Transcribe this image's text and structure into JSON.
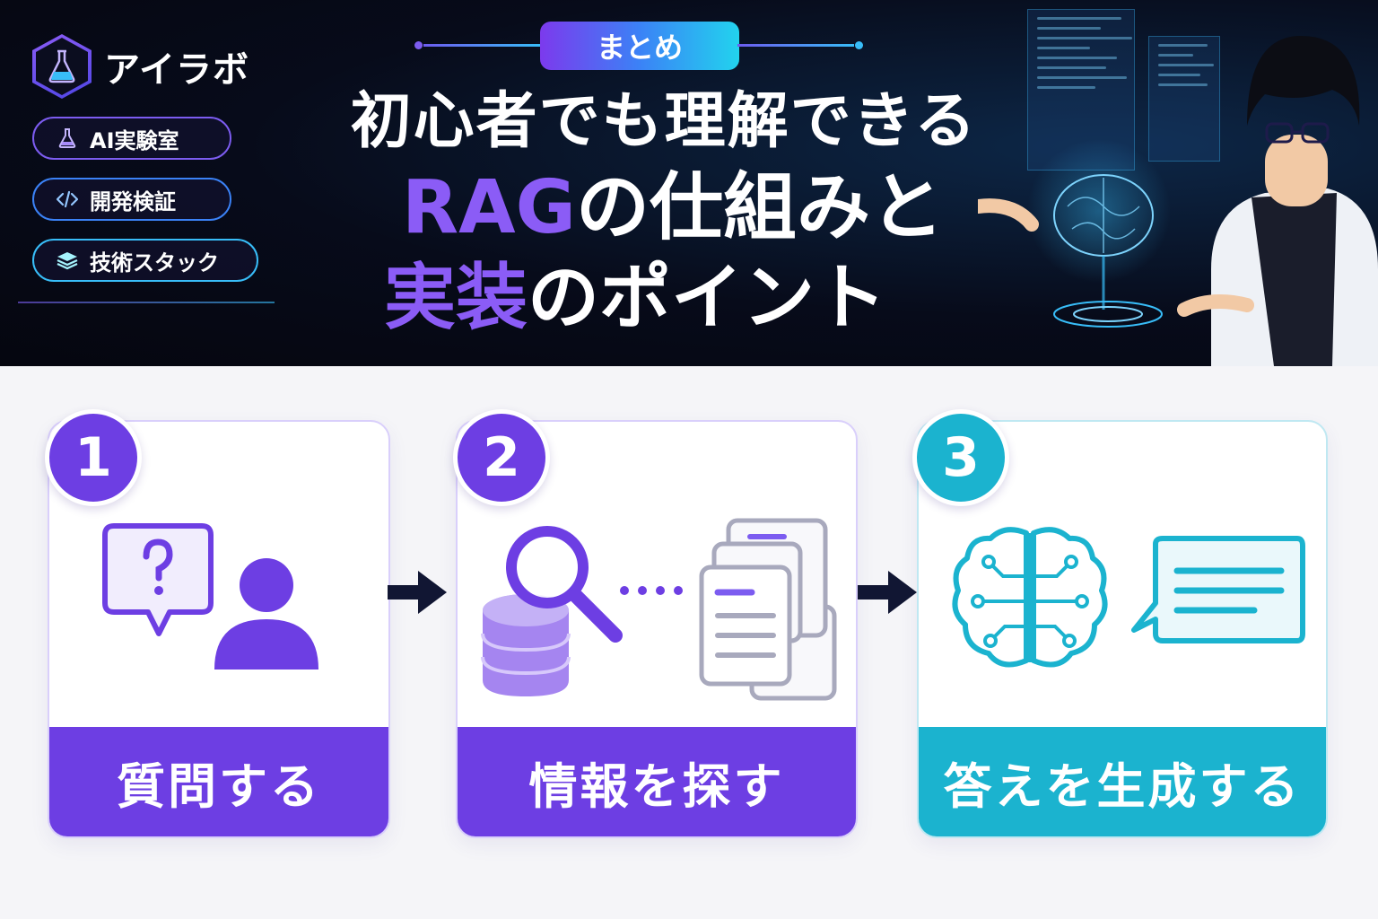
{
  "brand": {
    "name": "アイラボ",
    "icon": "flask-icon"
  },
  "tags": [
    {
      "label": "AI実験室",
      "icon": "flask-icon"
    },
    {
      "label": "開発検証",
      "icon": "code-icon"
    },
    {
      "label": "技術スタック",
      "icon": "layers-icon"
    }
  ],
  "header": {
    "badge": "まとめ",
    "title_line1": "初心者でも理解できる",
    "title_line2_accent": "RAG",
    "title_line2_rest": "の仕組みと",
    "title_line3_accent": "実装",
    "title_line3_rest": "のポイント"
  },
  "steps": [
    {
      "number": "1",
      "label": "質問する",
      "icons": [
        "question-bubble-icon",
        "person-icon"
      ]
    },
    {
      "number": "2",
      "label": "情報を探す",
      "icons": [
        "magnifier-icon",
        "database-icon",
        "documents-icon"
      ]
    },
    {
      "number": "3",
      "label": "答えを生成する",
      "icons": [
        "brain-circuit-icon",
        "text-bubble-icon"
      ]
    }
  ],
  "colors": {
    "violet": "#6d3ee3",
    "cyan": "#1bb3cf",
    "navy": "#0f1530"
  }
}
